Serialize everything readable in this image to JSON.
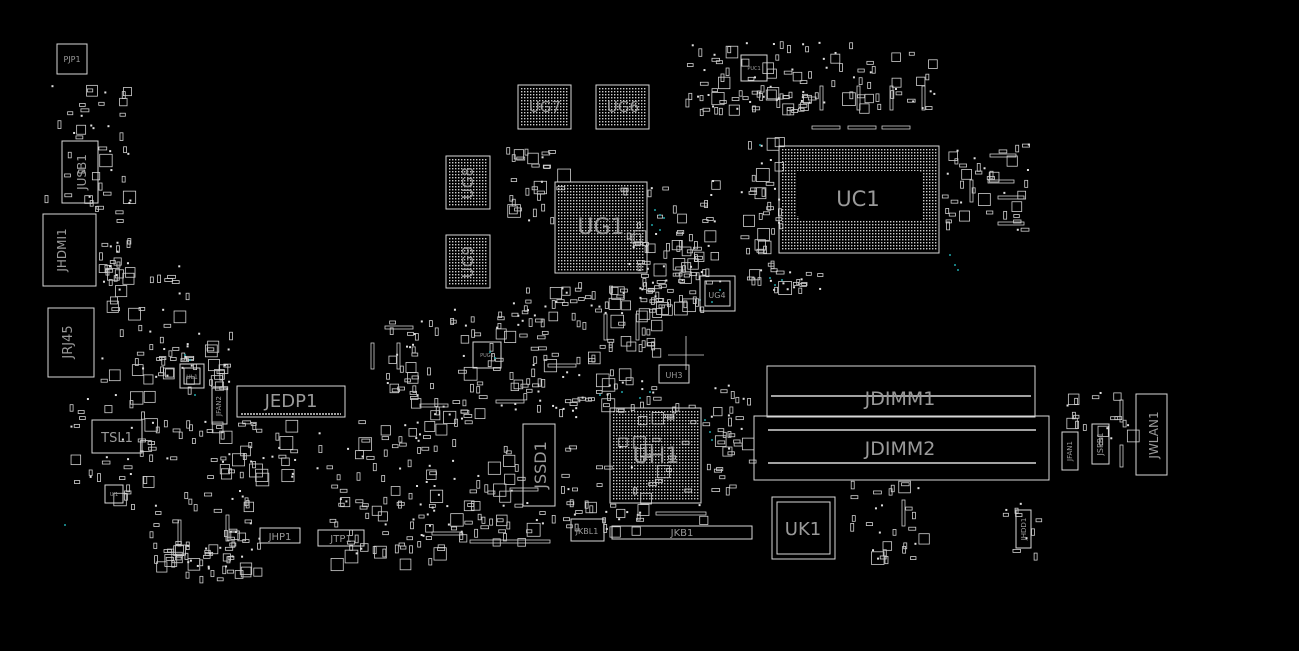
{
  "components": {
    "PJP1": "PJP1",
    "JUSB1": "JUSB1",
    "JHDMI1": "JHDMI1",
    "JRJ45": "JRJ45",
    "UL1": "UL1",
    "JFAN2": "JFAN2",
    "JEDP1": "JEDP1",
    "TSL1": "TSL1",
    "UJ1": "UJ1",
    "JHP1": "JHP1",
    "JTP1": "JTP1",
    "UG7": "UG7",
    "UG6": "UG6",
    "UG8": "UG8",
    "UG9": "UG9",
    "UG1": "UG1",
    "UG4": "UG4",
    "UC1": "UC1",
    "PUC1": "PUC1",
    "PUG1": "PUG1",
    "UH3": "UH3",
    "UH1": "UH1",
    "JSSD1": "JSSD1",
    "JKBL1": "JKBL1",
    "JKB1": "JKB1",
    "UK1": "UK1",
    "JDIMM1": "JDIMM1",
    "JDIMM2": "JDIMM2",
    "JFAN1": "JFAN1",
    "JSPR1": "JSPR1",
    "JWLAN1": "JWLAN1",
    "JHDD1": "JHDD1"
  },
  "colors": {
    "background": "#000000",
    "outline": "#d8d8d8",
    "label": "#9a9a9a",
    "via": "#1fa3a8"
  }
}
